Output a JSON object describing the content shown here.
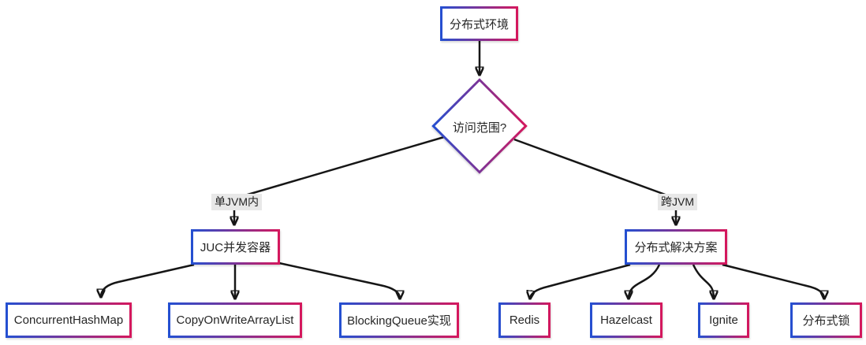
{
  "diagram": {
    "type": "flowchart",
    "background": "#ffffff",
    "colors": {
      "border_gradient_start": "#2350d2",
      "border_gradient_end": "#d6175c",
      "line": "#161616",
      "text": "#262626",
      "edge_label_bg": "#e8e8e8"
    },
    "nodes": {
      "root": {
        "label": "分布式环境",
        "shape": "rect"
      },
      "decision": {
        "label": "访问范围?",
        "shape": "diamond"
      },
      "juc": {
        "label": "JUC并发容器",
        "shape": "rect"
      },
      "dist": {
        "label": "分布式解决方案",
        "shape": "rect"
      },
      "chm": {
        "label": "ConcurrentHashMap",
        "shape": "rect"
      },
      "cowal": {
        "label": "CopyOnWriteArrayList",
        "shape": "rect"
      },
      "bq": {
        "label": "BlockingQueue实现",
        "shape": "rect"
      },
      "redis": {
        "label": "Redis",
        "shape": "rect"
      },
      "hazelcast": {
        "label": "Hazelcast",
        "shape": "rect"
      },
      "ignite": {
        "label": "Ignite",
        "shape": "rect"
      },
      "lock": {
        "label": "分布式锁",
        "shape": "rect"
      }
    },
    "edges": [
      {
        "from": "分布式环境",
        "to": "访问范围?",
        "label": ""
      },
      {
        "from": "访问范围?",
        "to": "JUC并发容器",
        "label": "单JVM内"
      },
      {
        "from": "访问范围?",
        "to": "分布式解决方案",
        "label": "跨JVM"
      },
      {
        "from": "JUC并发容器",
        "to": "ConcurrentHashMap",
        "label": ""
      },
      {
        "from": "JUC并发容器",
        "to": "CopyOnWriteArrayList",
        "label": ""
      },
      {
        "from": "JUC并发容器",
        "to": "BlockingQueue实现",
        "label": ""
      },
      {
        "from": "分布式解决方案",
        "to": "Redis",
        "label": ""
      },
      {
        "from": "分布式解决方案",
        "to": "Hazelcast",
        "label": ""
      },
      {
        "from": "分布式解决方案",
        "to": "Ignite",
        "label": ""
      },
      {
        "from": "分布式解决方案",
        "to": "分布式锁",
        "label": ""
      }
    ]
  }
}
